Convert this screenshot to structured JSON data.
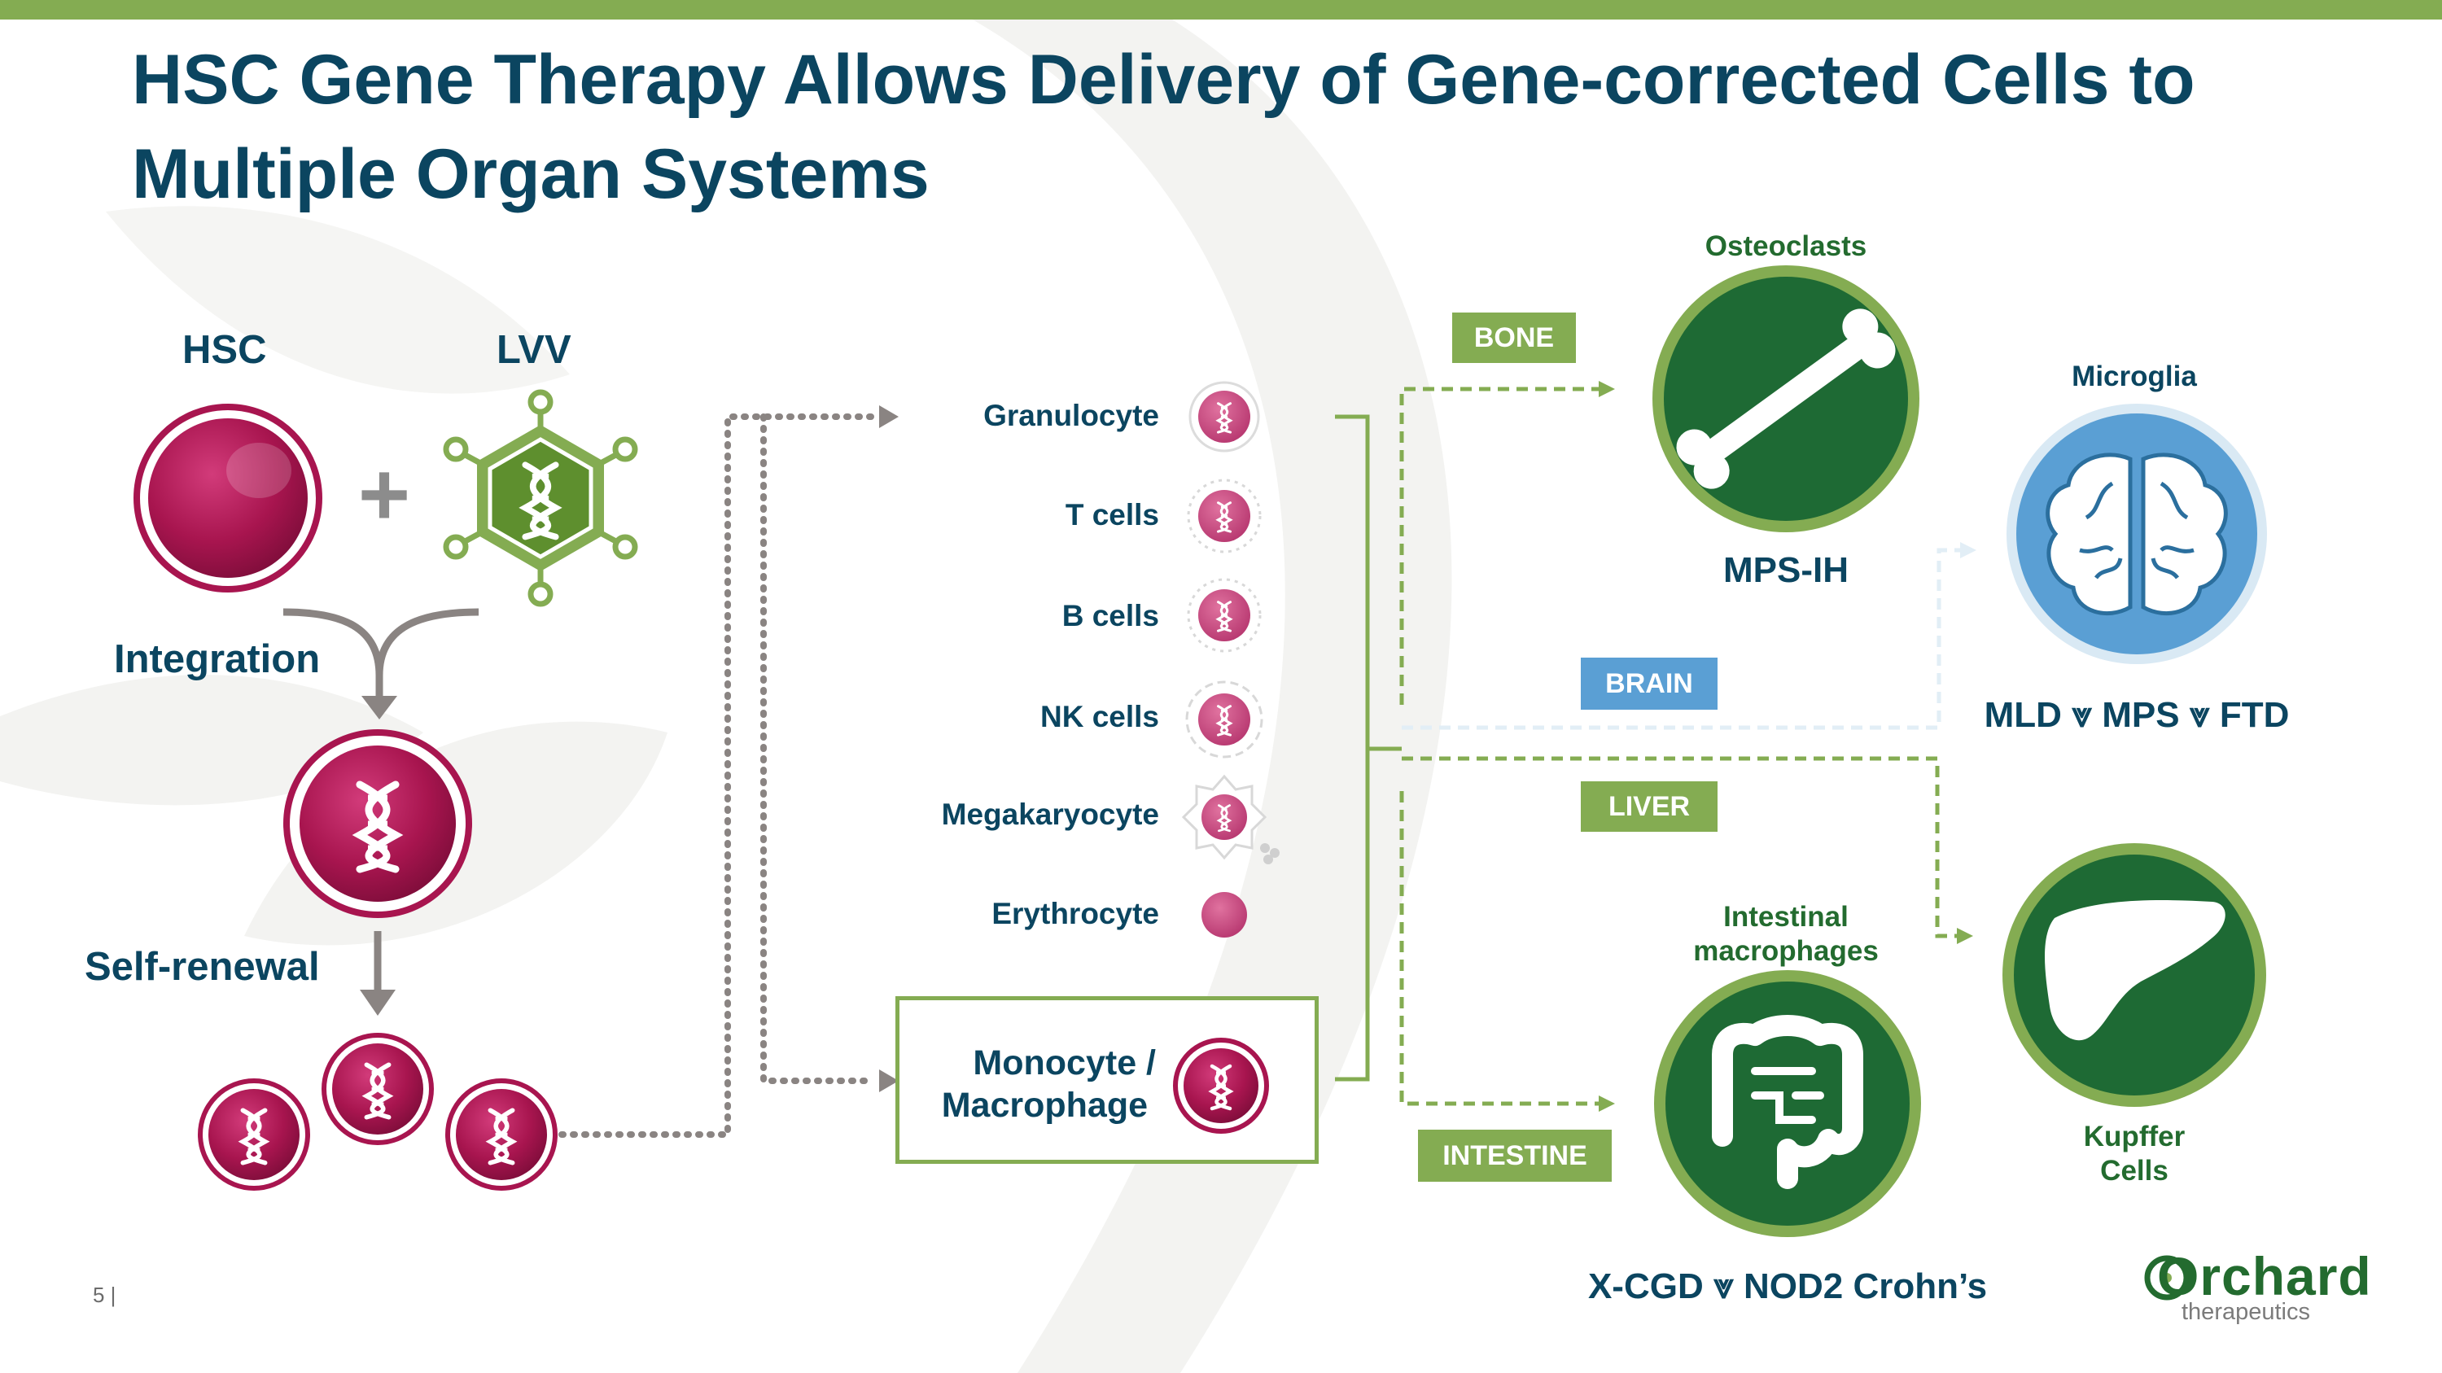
{
  "title": "HSC Gene Therapy Allows Delivery of Gene-corrected Cells to Multiple Organ Systems",
  "left": {
    "hsc_label": "HSC",
    "lvv_label": "LVV",
    "plus": "+",
    "integration_label": "Integration",
    "self_renewal_label": "Self-renewal"
  },
  "cells": [
    {
      "label": "Granulocyte"
    },
    {
      "label": "T cells"
    },
    {
      "label": "B cells"
    },
    {
      "label": "NK cells"
    },
    {
      "label": "Megakaryocyte"
    },
    {
      "label": "Erythrocyte"
    }
  ],
  "monocyte_label_line1": "Monocyte /",
  "monocyte_label_line2": "Macrophage",
  "tags": {
    "bone": "BONE",
    "brain": "BRAIN",
    "liver": "LIVER",
    "intestine": "INTESTINE"
  },
  "organs": {
    "osteoclasts": {
      "name": "Osteoclasts",
      "disease": "MPS-IH"
    },
    "microglia": {
      "name": "Microglia",
      "disease": "MLD ⩔ MPS ⩔ FTD"
    },
    "intestinal": {
      "name_line1": "Intestinal",
      "name_line2": "macrophages",
      "disease": "X-CGD ⩔ NOD2 Crohn’s"
    },
    "kupffer": {
      "name_line1": "Kupffer",
      "name_line2": "Cells"
    }
  },
  "footer": {
    "page_number": "5 |",
    "logo_word": "Orchard",
    "logo_sub": "therapeutics"
  },
  "colors": {
    "navy": "#0b4560",
    "green_dark": "#1e6a34",
    "green_light": "#84ac52",
    "magenta": "#a8154f",
    "blue": "#5a9fd4"
  },
  "icons": [
    "dna-icon",
    "bone-icon",
    "brain-icon",
    "intestine-icon",
    "liver-icon",
    "virus-icon"
  ]
}
